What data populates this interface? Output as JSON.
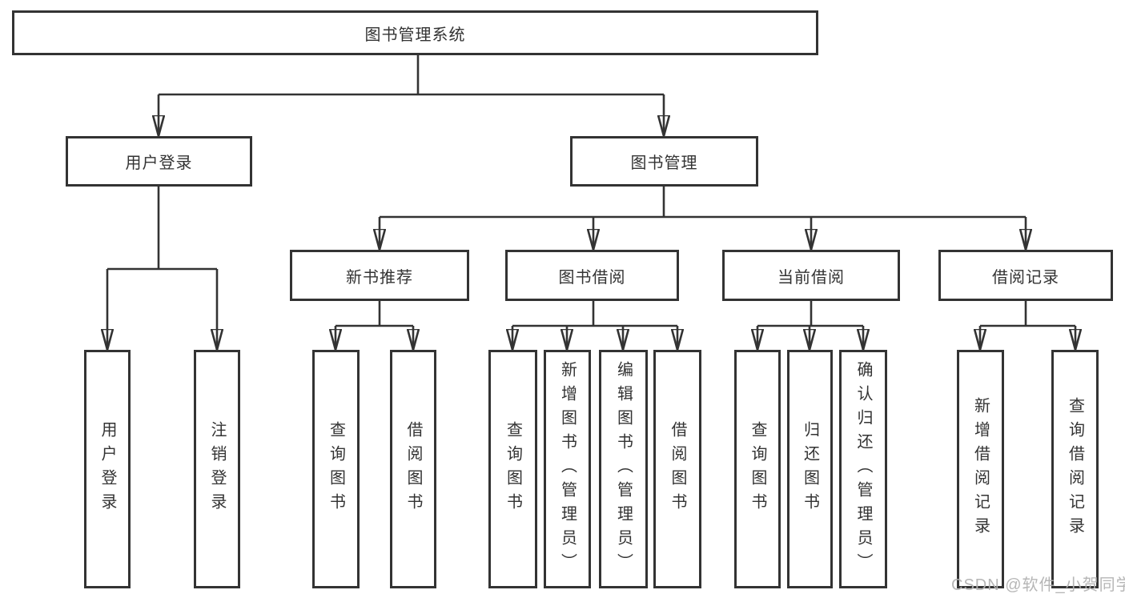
{
  "diagram": {
    "root": {
      "label": "图书管理系统"
    },
    "branches": [
      {
        "label": "用户登录",
        "children": [
          {
            "label": "用户登录"
          },
          {
            "label": "注销登录"
          }
        ]
      },
      {
        "label": "图书管理",
        "children": [
          {
            "label": "新书推荐",
            "children": [
              {
                "label": "查询图书"
              },
              {
                "label": "借阅图书"
              }
            ]
          },
          {
            "label": "图书借阅",
            "children": [
              {
                "label": "查询图书"
              },
              {
                "label": "新增图书（管理员）"
              },
              {
                "label": "编辑图书（管理员）"
              },
              {
                "label": "借阅图书"
              }
            ]
          },
          {
            "label": "当前借阅",
            "children": [
              {
                "label": "查询图书"
              },
              {
                "label": "归还图书"
              },
              {
                "label": "确认归还（管理员）"
              }
            ]
          },
          {
            "label": "借阅记录",
            "children": [
              {
                "label": "新增借阅记录"
              },
              {
                "label": "查询借阅记录"
              }
            ]
          }
        ]
      }
    ]
  },
  "watermark": {
    "text": "CSDN @软件_小贺同学"
  },
  "colors": {
    "line": "#333333",
    "text": "#333333",
    "watermark": "#b2b2b2",
    "background": "#ffffff"
  }
}
